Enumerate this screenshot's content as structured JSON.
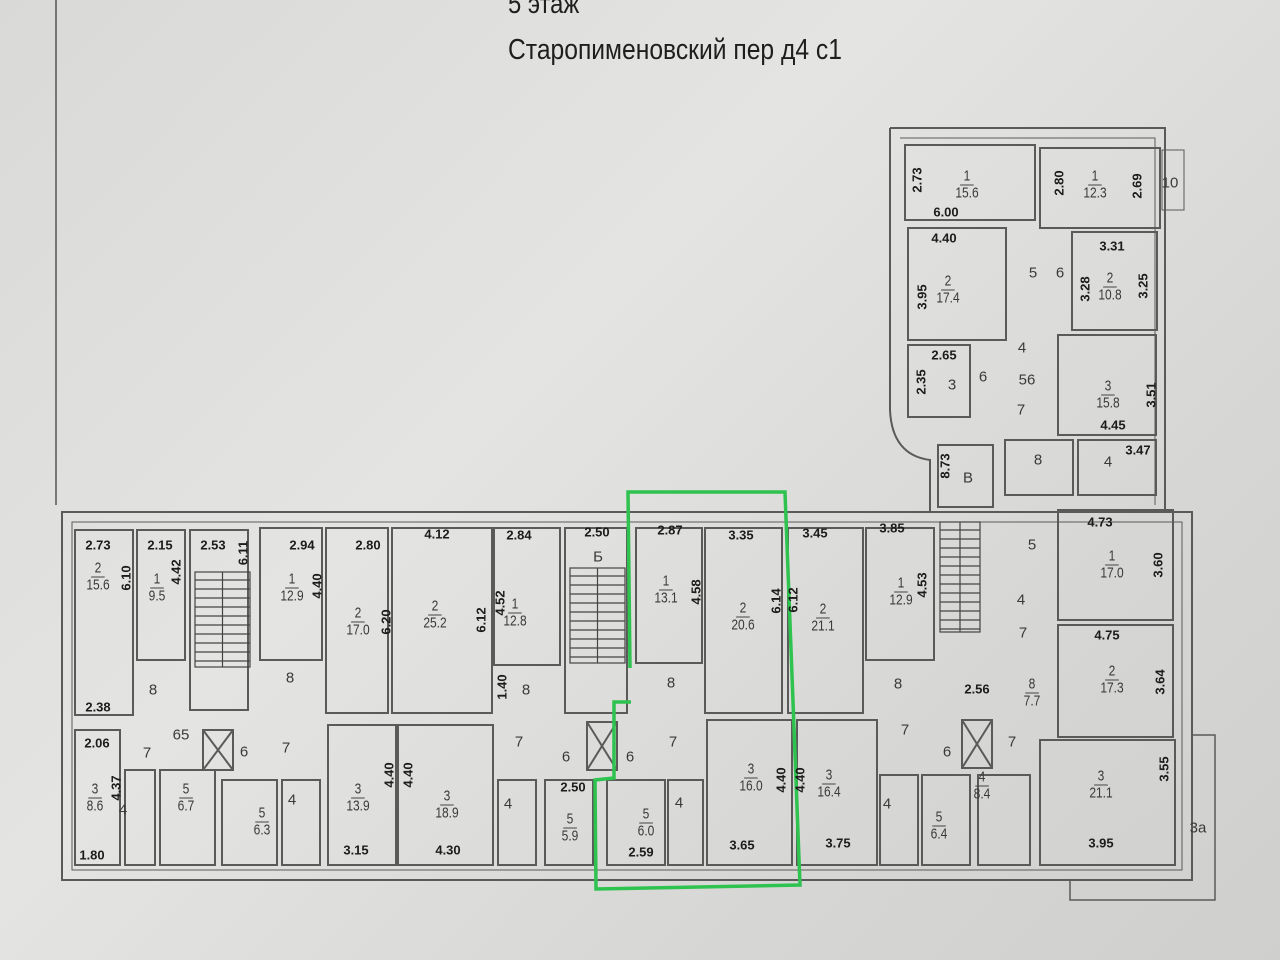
{
  "header": {
    "floor": "5 этаж",
    "address": "Старопименовский пер д4 с1"
  },
  "highlight_color": "#2ec24f",
  "rooms": [
    {
      "number": "2",
      "area": "15.6"
    },
    {
      "number": "1",
      "area": "9.5"
    },
    {
      "number": "1",
      "area": "12.9"
    },
    {
      "number": "2",
      "area": "17.0"
    },
    {
      "number": "2",
      "area": "25.2"
    },
    {
      "number": "1",
      "area": "12.8"
    },
    {
      "number": "1",
      "area": "13.1"
    },
    {
      "number": "2",
      "area": "20.6"
    },
    {
      "number": "2",
      "area": "21.1"
    },
    {
      "number": "1",
      "area": "12.9"
    },
    {
      "number": "3",
      "area": "8.6"
    },
    {
      "number": "5",
      "area": "6.7"
    },
    {
      "number": "5",
      "area": "6.3"
    },
    {
      "number": "3",
      "area": "13.9"
    },
    {
      "number": "3",
      "area": "18.9"
    },
    {
      "number": "5",
      "area": "5.9"
    },
    {
      "number": "5",
      "area": "6.0"
    },
    {
      "number": "3",
      "area": "16.0"
    },
    {
      "number": "3",
      "area": "16.4"
    },
    {
      "number": "5",
      "area": "6.4"
    },
    {
      "number": "4",
      "area": "8.4"
    },
    {
      "number": "3",
      "area": "21.1"
    },
    {
      "number": "1",
      "area": "17.0"
    },
    {
      "number": "2",
      "area": "17.3"
    },
    {
      "number": "8",
      "area": "7.7"
    },
    {
      "number": "1",
      "area": "15.6"
    },
    {
      "number": "1",
      "area": "12.3"
    },
    {
      "number": "2",
      "area": "17.4"
    },
    {
      "number": "2",
      "area": "10.8"
    },
    {
      "number": "3",
      "area": "15.8"
    }
  ],
  "room_numbers": [
    "8",
    "8",
    "8",
    "8",
    "8",
    "7",
    "7",
    "7",
    "7",
    "7",
    "7",
    "7",
    "65",
    "6",
    "6",
    "6",
    "6",
    "6",
    "6",
    "4",
    "4",
    "4",
    "4",
    "4",
    "4",
    "5",
    "4",
    "56",
    "3",
    "8",
    "4",
    "В",
    "Б",
    "10",
    "3а",
    "5",
    "7"
  ],
  "dimensions": [
    "2.73",
    "2.15",
    "2.53",
    "6.11",
    "2.94",
    "2.80",
    "4.12",
    "2.84",
    "2.50",
    "2.87",
    "3.35",
    "3.45",
    "3.85",
    "6.10",
    "4.42",
    "4.40",
    "6.20",
    "6.12",
    "4.52",
    "4.58",
    "6.14",
    "6.12",
    "4.53",
    "8.73",
    "2.38",
    "2.06",
    "4.37",
    "1.80",
    "3.15",
    "4.30",
    "1.40",
    "2.50",
    "2.59",
    "3.65",
    "3.75",
    "4.40",
    "4.40",
    "4.40",
    "4.40",
    "2.56",
    "4.73",
    "3.60",
    "4.75",
    "3.64",
    "3.55",
    "3.95",
    "2.73",
    "6.00",
    "4.40",
    "3.95",
    "2.80",
    "2.69",
    "3.31",
    "3.28",
    "3.25",
    "2.35",
    "2.65",
    "3.51",
    "4.45",
    "3.47"
  ]
}
